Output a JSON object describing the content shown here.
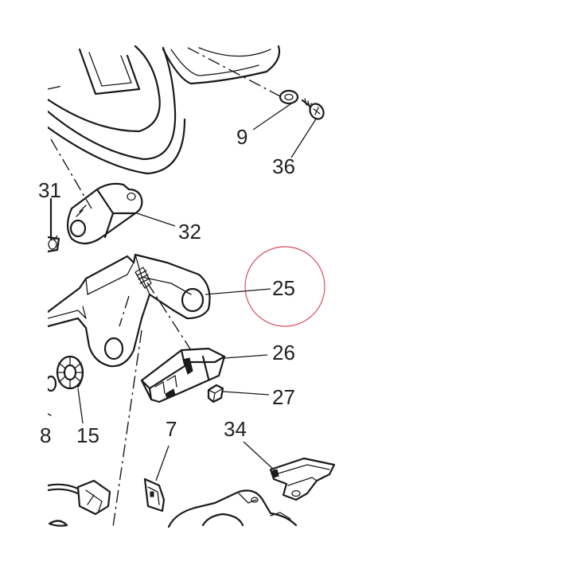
{
  "callouts": {
    "c9": "9",
    "c36": "36",
    "c31": "31",
    "c32": "32",
    "c25": "25",
    "c26": "26",
    "c27": "27",
    "c15": "15",
    "c8": "8",
    "c7": "7",
    "c34": "34"
  },
  "highlight": {
    "part": "25",
    "color": "#c8102e"
  },
  "colors": {
    "line": "#1a1a1a",
    "text": "#222222",
    "background": "#ffffff"
  }
}
